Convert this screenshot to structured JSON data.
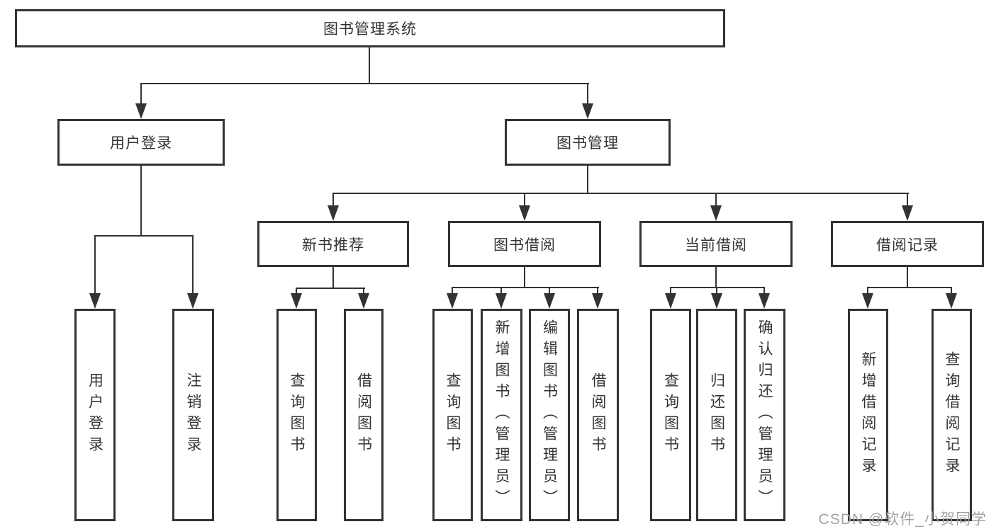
{
  "colors": {
    "line": "#333333",
    "box_border": "#333333",
    "box_fill": "#ffffff",
    "text": "#333333",
    "watermark_text": "#a3a3a3",
    "background": "#ffffff"
  },
  "watermark": "CSDN @软件_小贺同学",
  "tree": {
    "root": {
      "label": "图书管理系统"
    },
    "branches": [
      {
        "label": "用户登录",
        "children": [
          {
            "label": "用户登录"
          },
          {
            "label": "注销登录"
          }
        ]
      },
      {
        "label": "图书管理",
        "children": [
          {
            "label": "新书推荐",
            "children": [
              {
                "label": "查询图书"
              },
              {
                "label": "借阅图书"
              }
            ]
          },
          {
            "label": "图书借阅",
            "children": [
              {
                "label": "查询图书"
              },
              {
                "label": "新增图书（管理员）"
              },
              {
                "label": "编辑图书（管理员）"
              },
              {
                "label": "借阅图书"
              }
            ]
          },
          {
            "label": "当前借阅",
            "children": [
              {
                "label": "查询图书"
              },
              {
                "label": "归还图书"
              },
              {
                "label": "确认归还（管理员）"
              }
            ]
          },
          {
            "label": "借阅记录",
            "children": [
              {
                "label": "新增借阅记录"
              },
              {
                "label": "查询借阅记录"
              }
            ]
          }
        ]
      }
    ]
  }
}
